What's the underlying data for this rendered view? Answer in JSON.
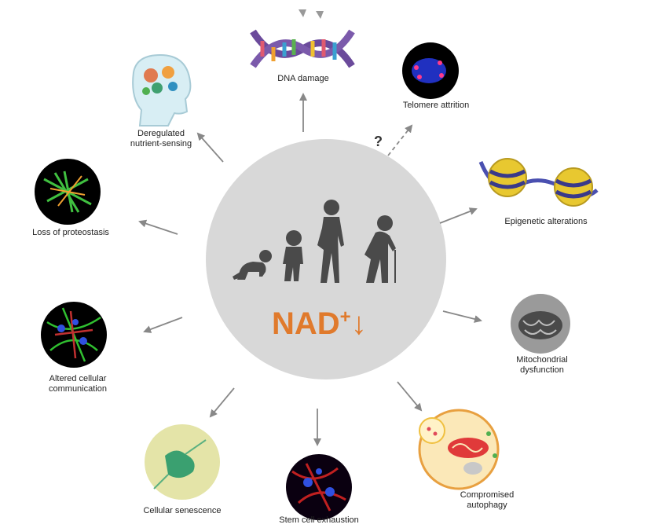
{
  "center": {
    "label": "NAD",
    "superscript": "+",
    "trend_symbol": "↓",
    "circle_color": "#d8d8d8",
    "text_color": "#e07a2c",
    "figure_color": "#4a4a4a"
  },
  "question_mark": "?",
  "hallmarks": {
    "dna_damage": {
      "lines": [
        "DNA damage"
      ]
    },
    "telomere_attrition": {
      "lines": [
        "Telomere attrition"
      ]
    },
    "epigenetic_alterations": {
      "lines": [
        "Epigenetic alterations"
      ]
    },
    "mitochondrial_dysfunction": {
      "lines": [
        "Mitochondrial",
        "dysfunction"
      ]
    },
    "compromised_autophagy": {
      "lines": [
        "Compromised",
        "autophagy"
      ]
    },
    "stem_cell_exhaustion": {
      "lines": [
        "Stem cell exhaustion"
      ]
    },
    "cellular_senescence": {
      "lines": [
        "Cellular senescence"
      ]
    },
    "altered_cellular_communication": {
      "lines": [
        "Altered cellular",
        "communication"
      ]
    },
    "loss_of_proteostasis": {
      "lines": [
        "Loss of proteostasis"
      ]
    },
    "deregulated_nutrient_sensing": {
      "lines": [
        "Deregulated",
        "nutrient-sensing"
      ]
    }
  },
  "colors": {
    "arrow": "#888888",
    "label_text": "#222222"
  },
  "icons": [
    "dna-helix-icon",
    "telomere-micrograph-icon",
    "chromatin-nucleosome-icon",
    "mitochondria-micrograph-icon",
    "autophagy-cell-icon",
    "stem-cell-micrograph-icon",
    "senescent-cell-micrograph-icon",
    "cell-network-micrograph-icon",
    "protein-aggregate-micrograph-icon",
    "head-brain-icon",
    "human-aging-silhouettes-icon"
  ]
}
